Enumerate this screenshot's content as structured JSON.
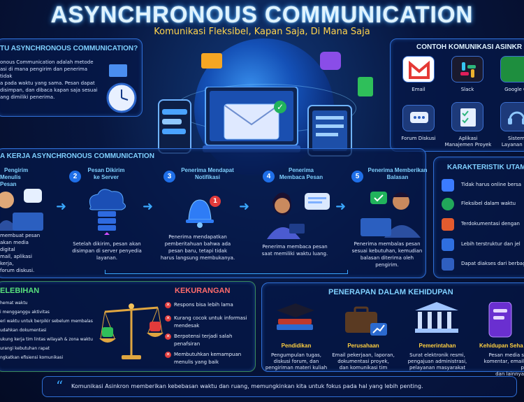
{
  "header": {
    "title": "ASYNCHRONOUS COMMUNICATION",
    "subtitle": "Komunikasi Fleksibel, Kapan Saja, Di Mana Saja"
  },
  "what_is": {
    "title": "TU ASYNCHRONOUS COMMUNICATION?",
    "lines": [
      "onous Communication adalah metode",
      "asi di mana pengirim dan penerima tidak",
      "a pada waktu yang sama. Pesan dapat",
      "disimpan, dan dibaca kapan saja sesuai",
      "ang dimiliki penerima."
    ]
  },
  "examples": {
    "title": "CONTOH KOMUNIKASI ASINKR",
    "items": [
      {
        "label": "Email",
        "icon": "gmail-icon"
      },
      {
        "label": "Slack",
        "icon": "slack-icon"
      },
      {
        "label": "Google Cl",
        "icon": "google-classroom-icon"
      },
      {
        "label": "Forum Diskusi",
        "icon": "forum-icon"
      },
      {
        "label": "Aplikasi Manajemen Proyek",
        "line1": "Aplikasi",
        "line2": "Manajemen Proyek",
        "icon": "checklist-icon"
      },
      {
        "label": "Sistem Layanan Pel",
        "line1": "Sistem",
        "line2": "Layanan Pel",
        "icon": "headset-icon"
      }
    ]
  },
  "workflow": {
    "title": "A KERJA ASYNCHRONOUS COMMUNICATION",
    "steps": [
      {
        "num": "",
        "title1": "Pengirim",
        "title2": "Menulis Pesan",
        "desc": [
          "membuat pesan",
          "akan media digital",
          "mail, aplikasi kerja,",
          "forum diskusi."
        ]
      },
      {
        "num": "2",
        "title1": "Pesan Dikirim",
        "title2": "ke Server",
        "desc": [
          "Setelah dikirim, pesan akan",
          "disimpan di server penyedia",
          "layanan."
        ]
      },
      {
        "num": "3",
        "title1": "Penerima Mendapat",
        "title2": "Notifikasi",
        "desc": [
          "Penerima mendapatkan",
          "pemberitahuan bahwa ada",
          "pesan baru, tetapi tidak",
          "harus langsung membukanya."
        ]
      },
      {
        "num": "4",
        "title1": "Penerima",
        "title2": "Membaca Pesan",
        "desc": [
          "Penerima membaca pesan",
          "saat memiliki waktu luang."
        ]
      },
      {
        "num": "5",
        "title1": "Penerima Memberikan",
        "title2": "Balasan",
        "desc": [
          "Penerima membalas pesan",
          "sesuai kebutuhan, kemudian",
          "balasan diterima oleh",
          "pengirim."
        ]
      }
    ],
    "notif_badge": "1"
  },
  "characteristics": {
    "title": "KARAKTERISTIK UTAM",
    "items": [
      {
        "text": "Tidak harus online bersa",
        "color": "#3b7bff"
      },
      {
        "text": "Fleksibel dalam waktu",
        "color": "#21a85a"
      },
      {
        "text": "Terdokumentasi dengan",
        "color": "#e35b2e"
      },
      {
        "text": "Lebih terstruktur dan jel",
        "color": "#2f6fe0"
      },
      {
        "text": "Dapat diakses dari berbaga",
        "color": "#2f5fc0"
      }
    ]
  },
  "pros": {
    "title": "ELEBIHAN",
    "items": [
      "hemat waktu",
      "i mengganggu aktivitas",
      "eri waktu untuk berpikir sebelum membalas",
      "udahkan dokumentasi",
      "ukung kerja tim lintas wilayah & zona waktu",
      "urangi kebutuhan rapat",
      "ngkatkan efisiensi komunikasi"
    ]
  },
  "cons": {
    "title": "KEKURANGAN",
    "items": [
      [
        "Respons bisa lebih lama"
      ],
      [
        "Kurang cocok untuk informasi",
        "mendesak"
      ],
      [
        "Berpotensi terjadi salah",
        "penafsiran"
      ],
      [
        "Membutuhkan kemampuan",
        "menulis yang baik"
      ]
    ]
  },
  "applications": {
    "title": "PENERAPAN DALAM KEHIDUPAN",
    "items": [
      {
        "title": "Pendidikan",
        "desc": [
          "Pengumpulan tugas,",
          "diskusi forum, dan",
          "pengiriman materi kuliah"
        ]
      },
      {
        "title": "Perusahaan",
        "desc": [
          "Email pekerjaan, laporan,",
          "dokumentasi proyek,",
          "dan komunikasi tim"
        ]
      },
      {
        "title": "Pemerintahan",
        "desc": [
          "Surat elektronik resmi,",
          "pengajuan administrasi,",
          "pelayanan masyarakat"
        ]
      },
      {
        "title": "Kehidupan Seha",
        "desc": [
          "Pesan media s",
          "komentar, email p",
          "dan lainnya"
        ]
      }
    ]
  },
  "quote": {
    "mark": "“",
    "text": "Komunikasi Asinkron memberikan kebebasan waktu dan ruang, memungkinkan kita untuk fokus pada hal yang lebih penting.",
    "end": "”"
  },
  "colors": {
    "accent": "#3aa8ff",
    "highlight": "#ffcf40",
    "danger": "#e23b3b",
    "success": "#21a85a"
  }
}
